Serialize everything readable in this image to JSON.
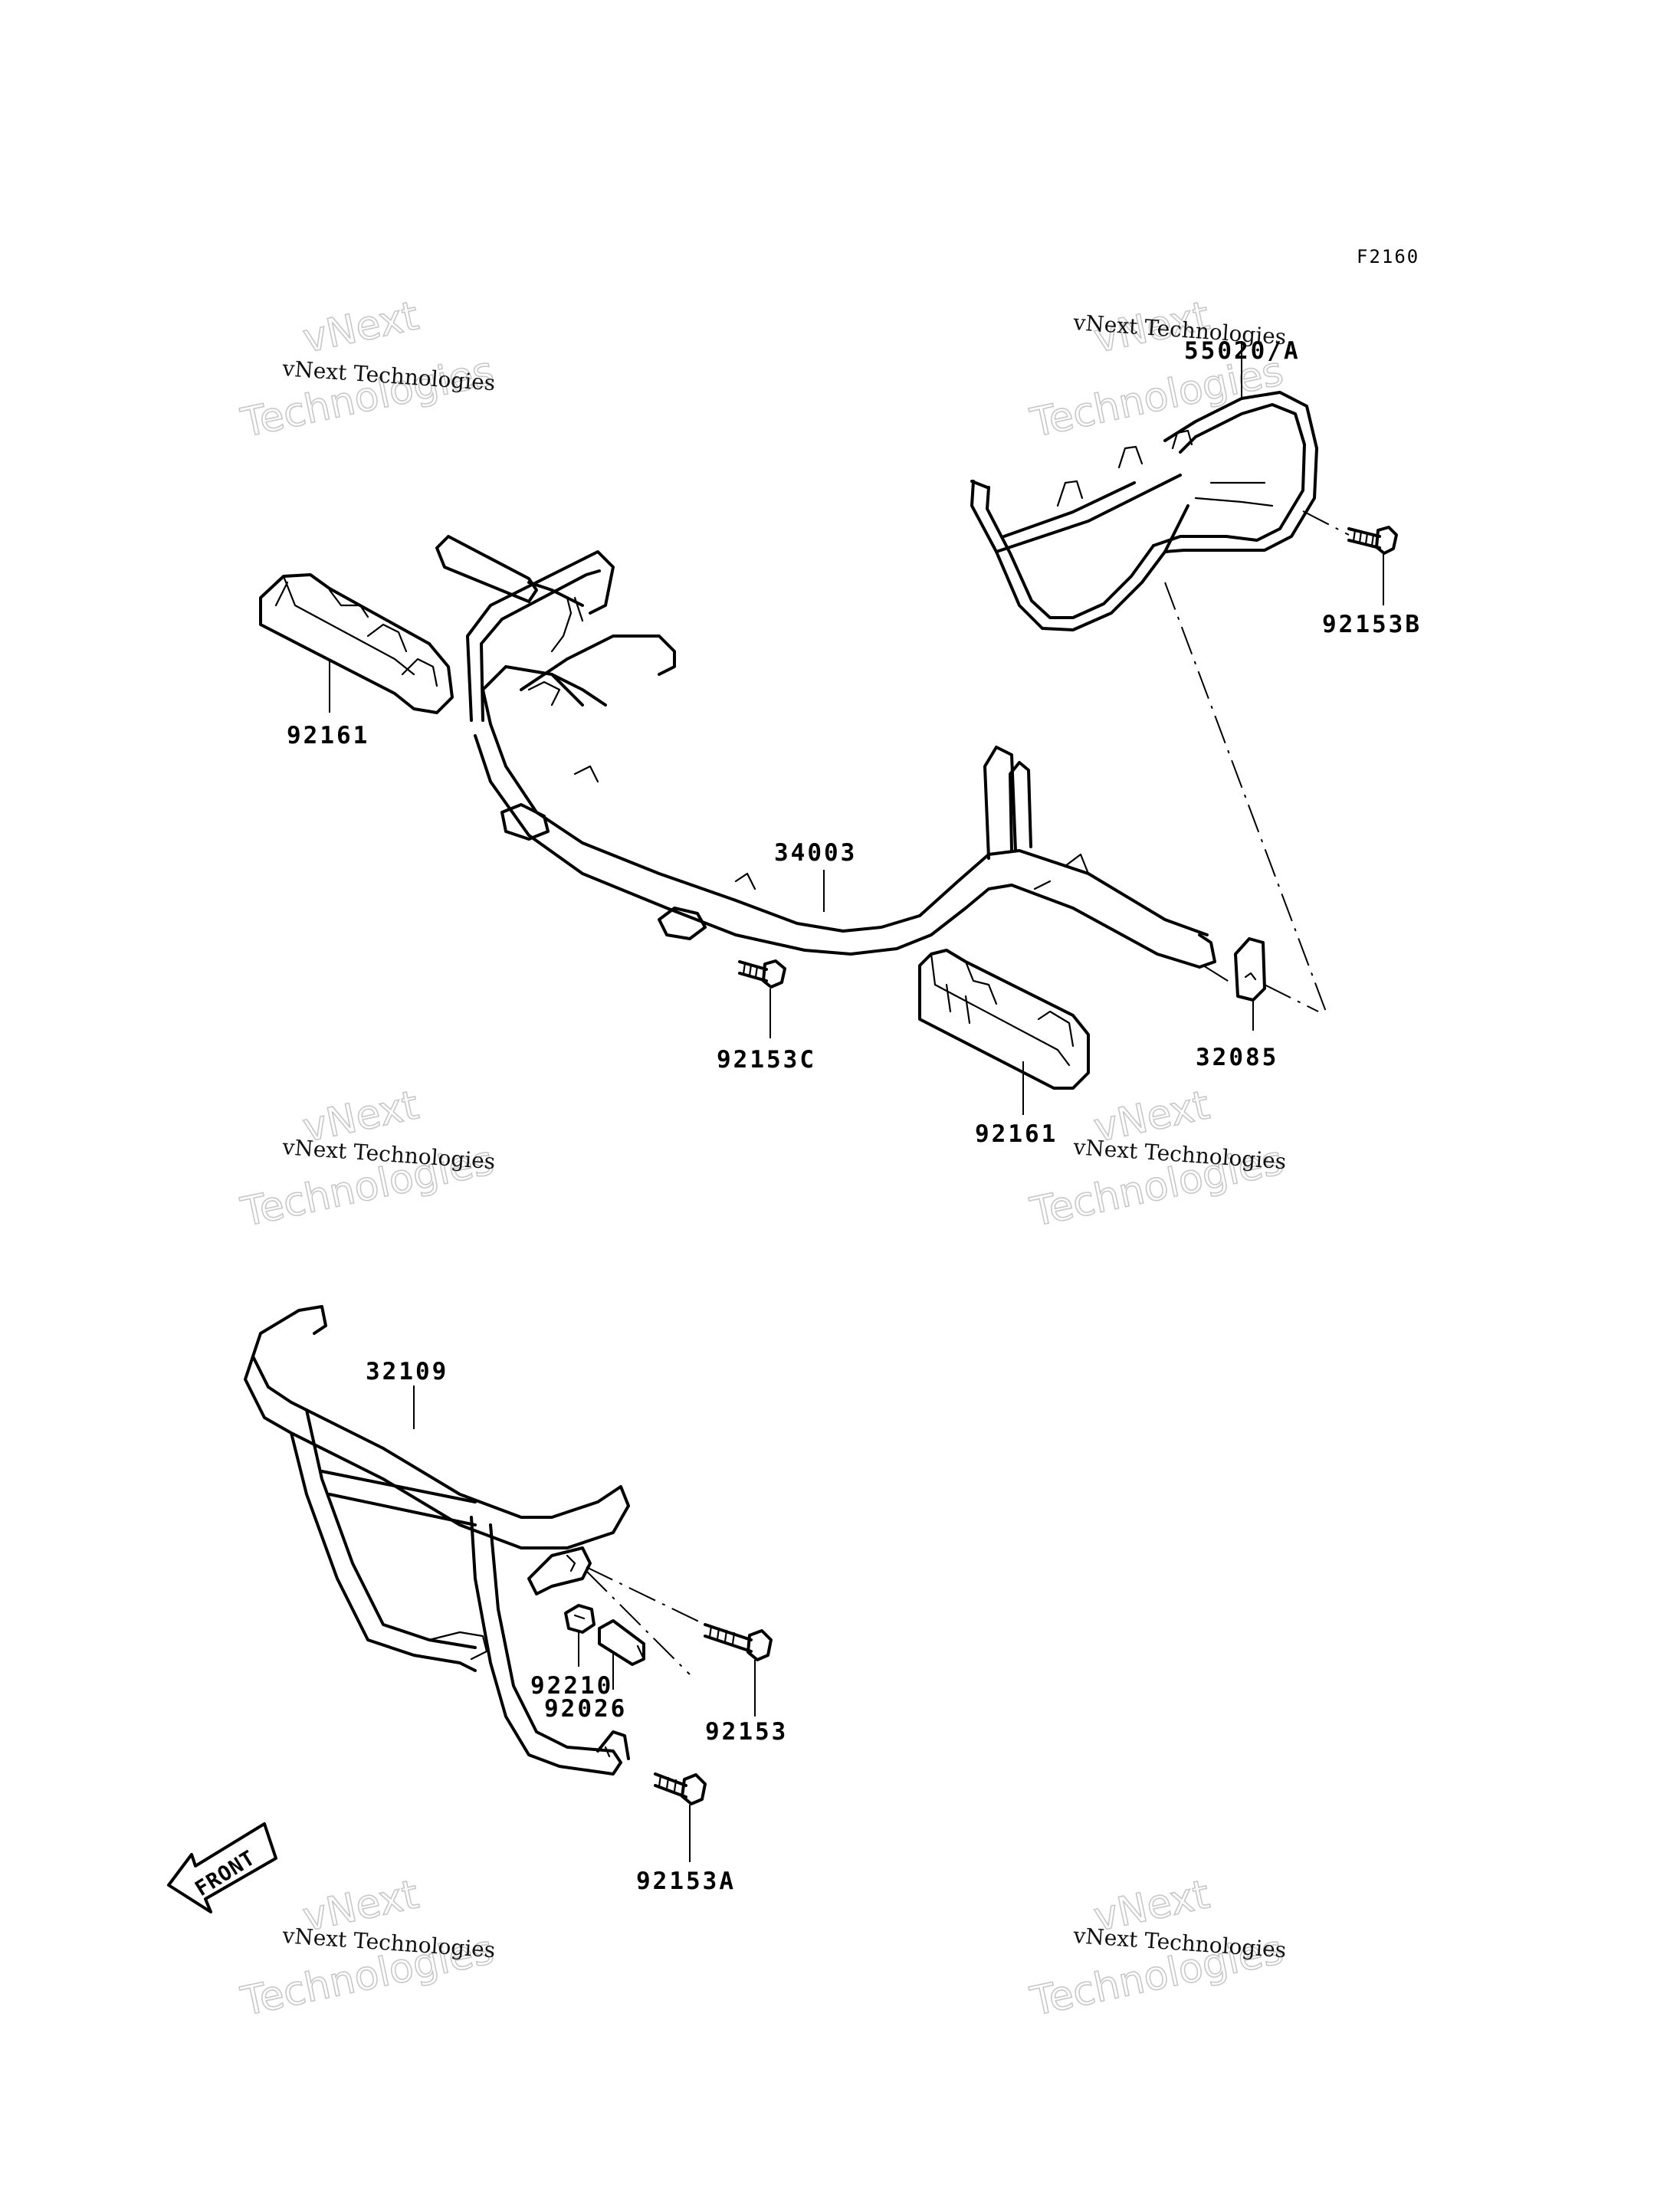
{
  "figure_code": "F2160",
  "watermark": {
    "line1": "vNext Technologies",
    "line2_top": "vNext",
    "line2_bottom": "Technologies"
  },
  "parts": [
    {
      "id": "p-55020a",
      "number": "55020/A",
      "name": "guard"
    },
    {
      "id": "p-92153b",
      "number": "92153B",
      "name": "bolt"
    },
    {
      "id": "p-92161-left",
      "number": "92161",
      "name": "pad"
    },
    {
      "id": "p-34003",
      "number": "34003",
      "name": "frame"
    },
    {
      "id": "p-92153c",
      "number": "92153C",
      "name": "bolt"
    },
    {
      "id": "p-32085",
      "number": "32085",
      "name": "bracket"
    },
    {
      "id": "p-92161-right",
      "number": "92161",
      "name": "pad"
    },
    {
      "id": "p-32109",
      "number": "32109",
      "name": "guard"
    },
    {
      "id": "p-92210",
      "number": "92210",
      "name": "nut"
    },
    {
      "id": "p-92026",
      "number": "92026",
      "name": "spacer"
    },
    {
      "id": "p-92153",
      "number": "92153",
      "name": "bolt"
    },
    {
      "id": "p-92153a",
      "number": "92153A",
      "name": "bolt"
    }
  ],
  "front_indicator": "FRONT"
}
